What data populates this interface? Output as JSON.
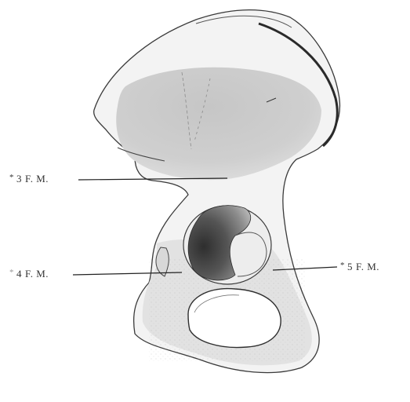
{
  "figure": {
    "labels": [
      {
        "id": "label-3",
        "star": "*",
        "number": "3",
        "text": "F. M."
      },
      {
        "id": "label-4",
        "star": "*",
        "number": "4",
        "text": "F. M."
      },
      {
        "id": "label-5",
        "star": "*",
        "number": "5",
        "text": "F. M."
      }
    ],
    "colors": {
      "background": "#ffffff",
      "bone_outline": "#3a3a3a",
      "iliac_fossa": "#c9c9c9",
      "lower_bone_shade": "#dadada",
      "acetabulum_dark": "#4a4a4a",
      "acetabulum_light": "#e9e9e9",
      "label_text": "#333333"
    }
  }
}
